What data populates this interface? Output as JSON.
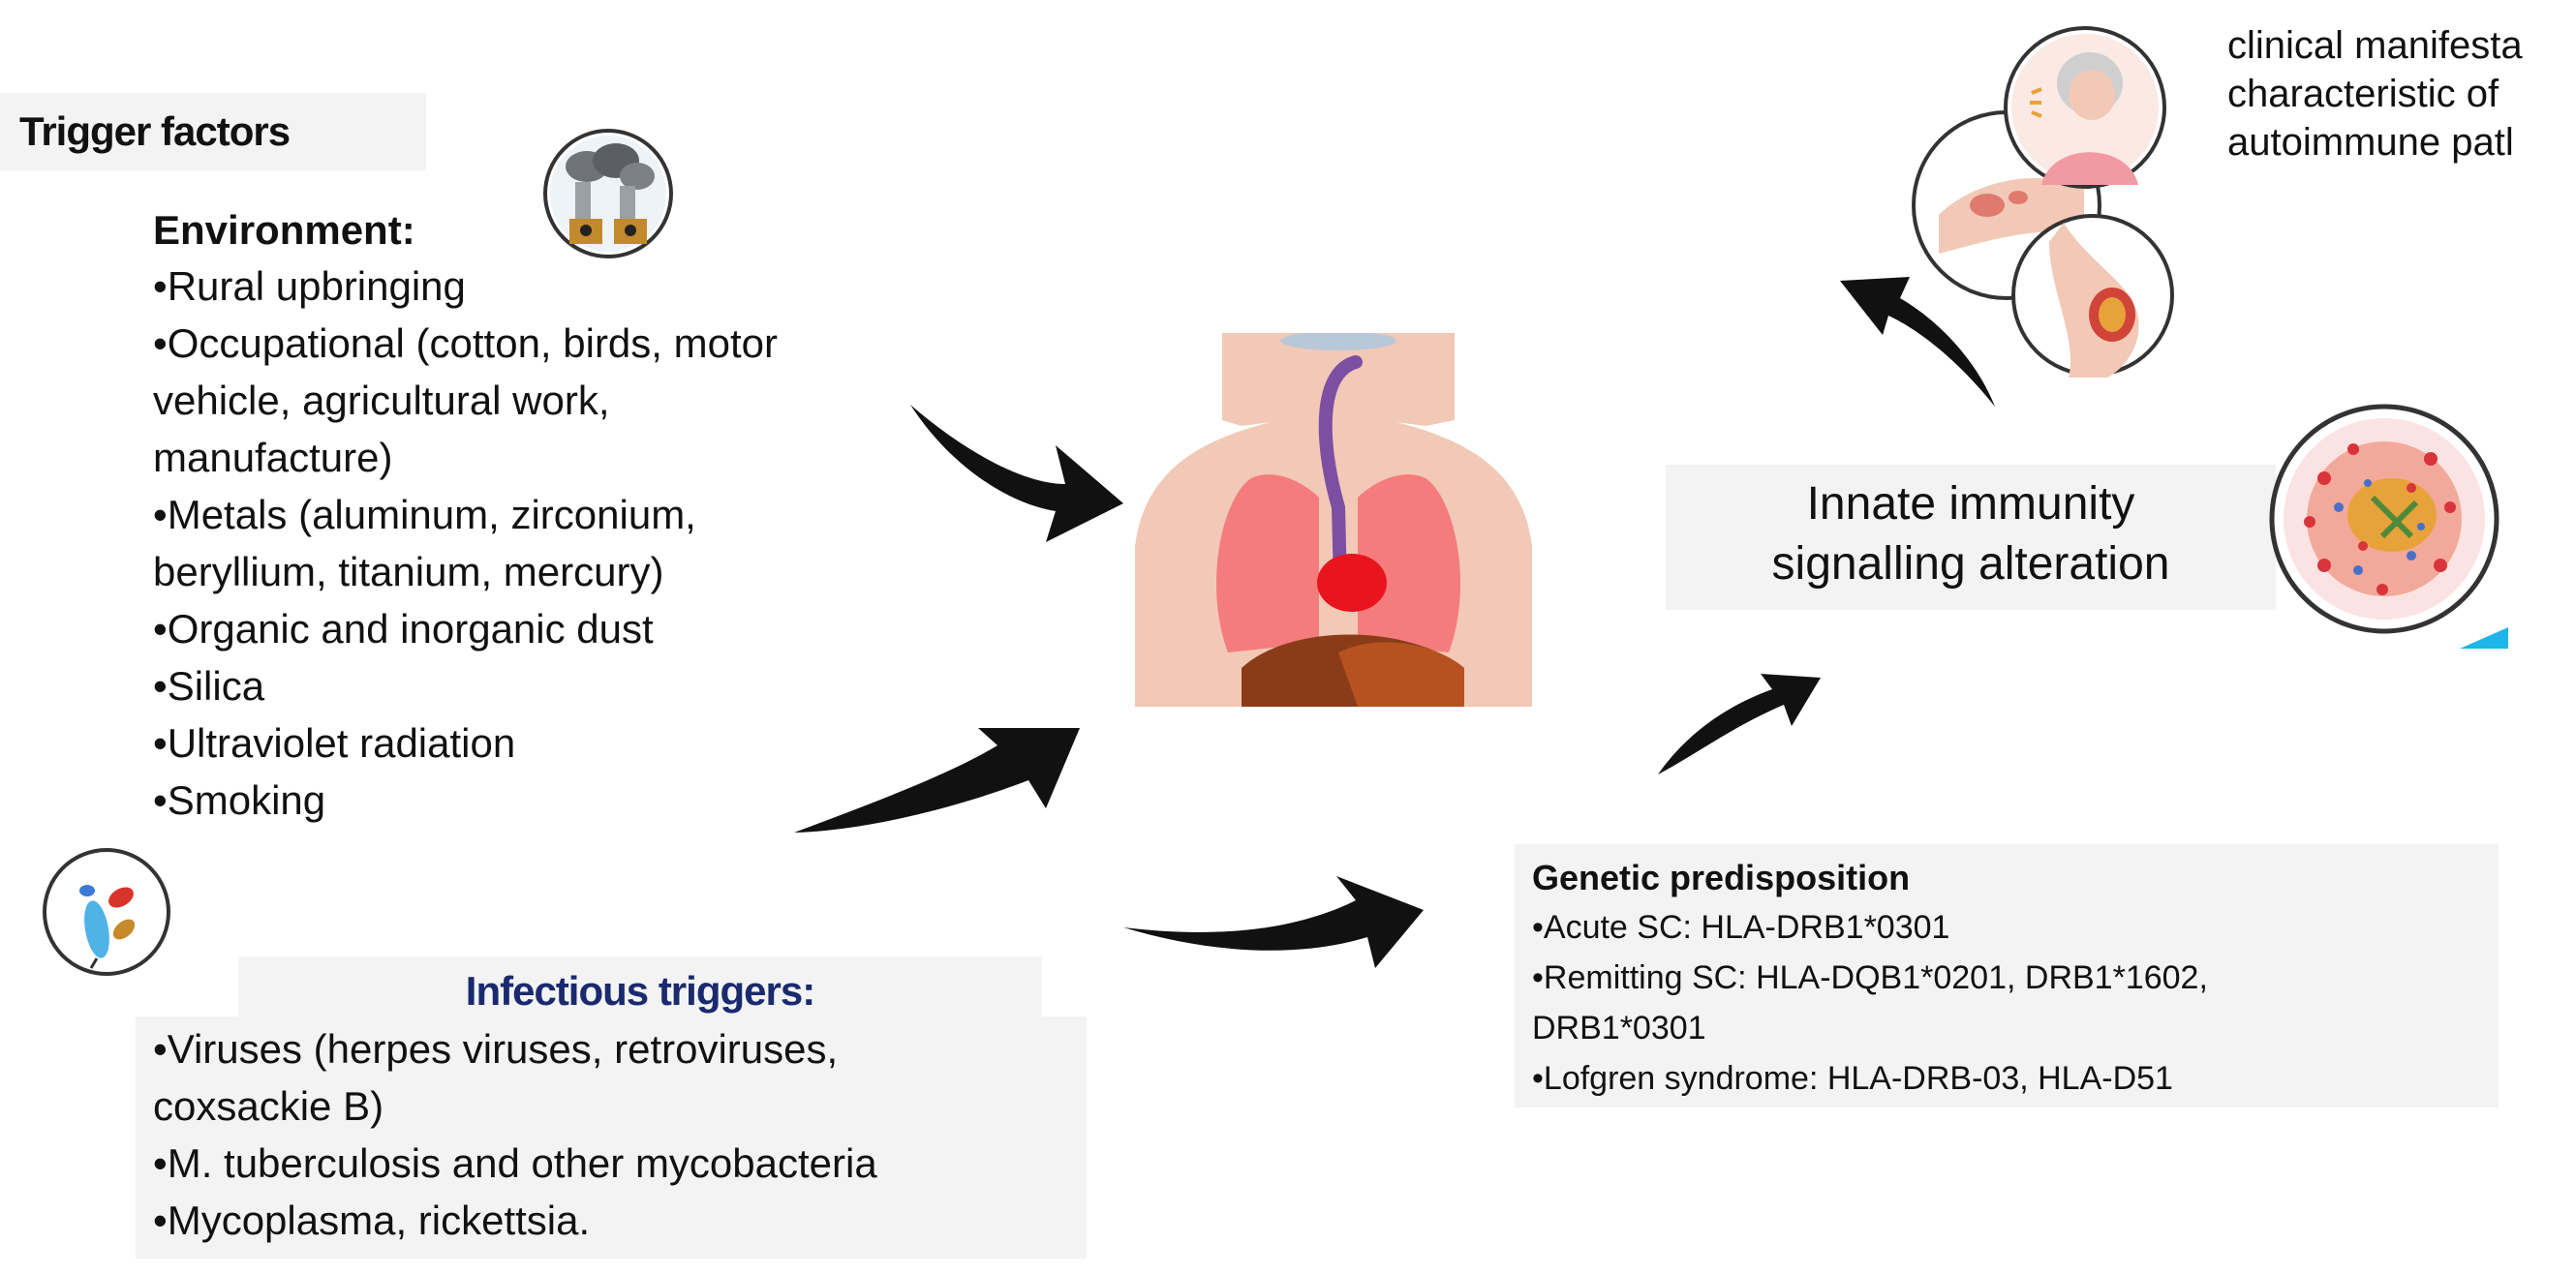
{
  "trigger_title": "Trigger factors",
  "environment": {
    "heading": "Environment:",
    "lines": [
      "•Rural upbringing",
      "•Occupational (cotton, birds, motor",
      "vehicle, agricultural work,",
      "manufacture)",
      "•Metals (aluminum,  zirconium,",
      "beryllium,  titanium,  mercury)",
      "•Organic and inorganic dust",
      "•Silica",
      "•Ultraviolet radiation",
      "•Smoking"
    ]
  },
  "infectious": {
    "heading": "Infectious triggers:",
    "lines": [
      "•Viruses (herpes viruses, retroviruses,",
      "coxsackie B)",
      "•M.  tuberculosis and other mycobacteria",
      "•Mycoplasma, rickettsia."
    ]
  },
  "genetic": {
    "heading": "Genetic predisposition",
    "lines": [
      "•Acute SC:  HLA-DRB1*0301",
      "•Remitting SC: HLA-DQB1*0201,  DRB1*1602,",
      "DRB1*0301",
      "•Lofgren syndrome: HLA-DRB-03, HLA-D51"
    ]
  },
  "innate": {
    "line1": "Innate immunity",
    "line2": "signalling alteration"
  },
  "clinical": {
    "lines": [
      "clinical manifesta",
      "characteristic of",
      "autoimmune  patl"
    ]
  },
  "icons": {
    "factory": "factory-pollution-icon",
    "microbes": "microbes-icon",
    "torso": "human-torso-organs-illustration",
    "cell": "immune-cell-illustration",
    "patient": "patient-portrait-icon",
    "skin": "skin-lesion-icon",
    "joint": "knee-joint-icon"
  },
  "colors": {
    "arrow": "#111111",
    "infectious_heading": "#1a2a6e",
    "box_shade": "#f3f3f3",
    "lung": "#f47c7c",
    "heart": "#e8141e",
    "liver": "#8a3b17",
    "skin_tone": "#f2c9b6",
    "trachea": "#7c4fa3",
    "corner_accent": "#1fb4ea"
  }
}
